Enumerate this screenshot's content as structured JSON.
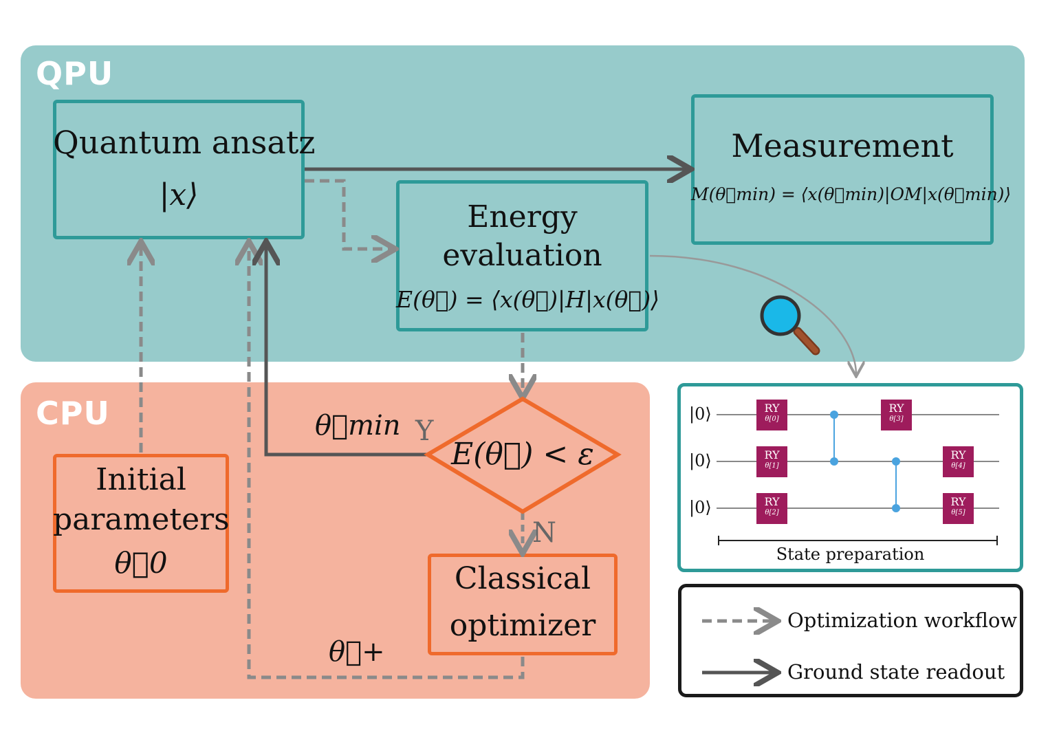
{
  "regions": {
    "qpu_label": "QPU",
    "cpu_label": "CPU"
  },
  "ansatz": {
    "title": "Quantum ansatz",
    "state": "|x⟩"
  },
  "measurement": {
    "title": "Measurement",
    "formula": "M(θ⃗min) = ⟨x(θ⃗min)|OM|x(θ⃗min)⟩"
  },
  "energy": {
    "line1": "Energy",
    "line2": "evaluation",
    "formula": "E(θ⃗) = ⟨x(θ⃗)|H|x(θ⃗)⟩"
  },
  "decision": {
    "condition": "E(θ⃗) < ε",
    "yes_label": "Y",
    "no_label": "N"
  },
  "initial": {
    "line1": "Initial",
    "line2": "parameters",
    "symbol": "θ⃗0"
  },
  "optimizer": {
    "line1": "Classical",
    "line2": "optimizer"
  },
  "edge_labels": {
    "theta_min": "θ⃗min",
    "theta_plus": "θ⃗+"
  },
  "circuit": {
    "kets": [
      "|0⟩",
      "|0⟩",
      "|0⟩"
    ],
    "gates": [
      {
        "label": "RY",
        "param": "θ[0]"
      },
      {
        "label": "RY",
        "param": "θ[1]"
      },
      {
        "label": "RY",
        "param": "θ[2]"
      },
      {
        "label": "RY",
        "param": "θ[3]"
      },
      {
        "label": "RY",
        "param": "θ[4]"
      },
      {
        "label": "RY",
        "param": "θ[5]"
      }
    ],
    "caption": "State preparation"
  },
  "legend": {
    "dashed": "Optimization workflow",
    "solid": "Ground state readout"
  },
  "colors": {
    "teal": "#2e9a98",
    "orange": "#ef6a2c",
    "gate": "#9e1c5c",
    "control": "#4aa3df"
  },
  "icons": {
    "magnifier": "magnifier-icon"
  }
}
